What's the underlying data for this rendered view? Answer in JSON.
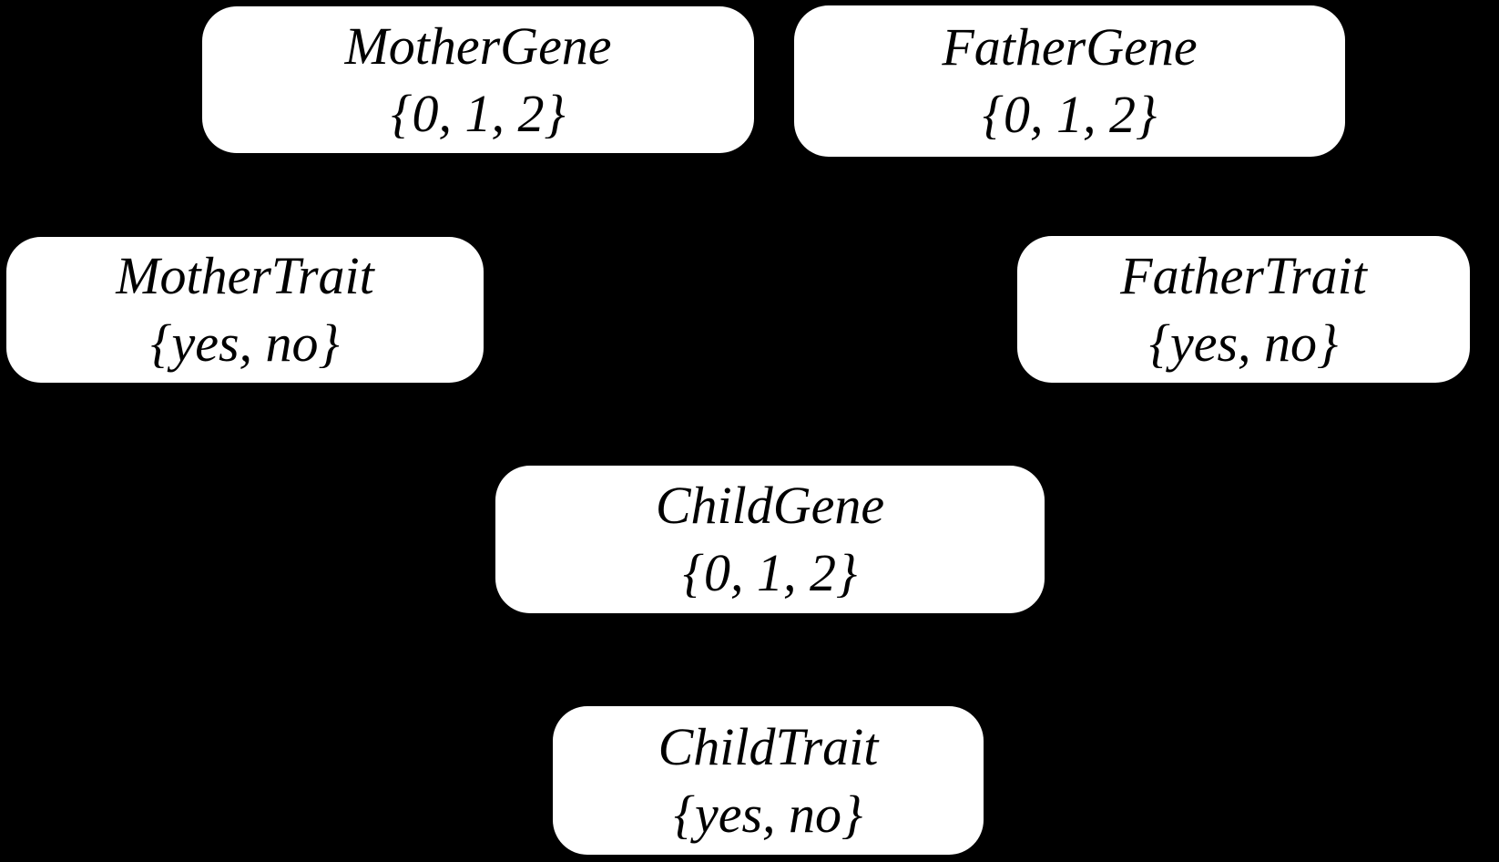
{
  "diagram": {
    "background_color": "#000000",
    "node_fill_color": "#ffffff",
    "node_text_color": "#000000",
    "nodes": [
      {
        "id": "mother-gene",
        "label": "MotherGene",
        "values": "{0, 1, 2}"
      },
      {
        "id": "father-gene",
        "label": "FatherGene",
        "values": "{0, 1, 2}"
      },
      {
        "id": "mother-trait",
        "label": "MotherTrait",
        "values": "{yes, no}"
      },
      {
        "id": "father-trait",
        "label": "FatherTrait",
        "values": "{yes, no}"
      },
      {
        "id": "child-gene",
        "label": "ChildGene",
        "values": "{0, 1, 2}"
      },
      {
        "id": "child-trait",
        "label": "ChildTrait",
        "values": "{yes, no}"
      }
    ]
  }
}
